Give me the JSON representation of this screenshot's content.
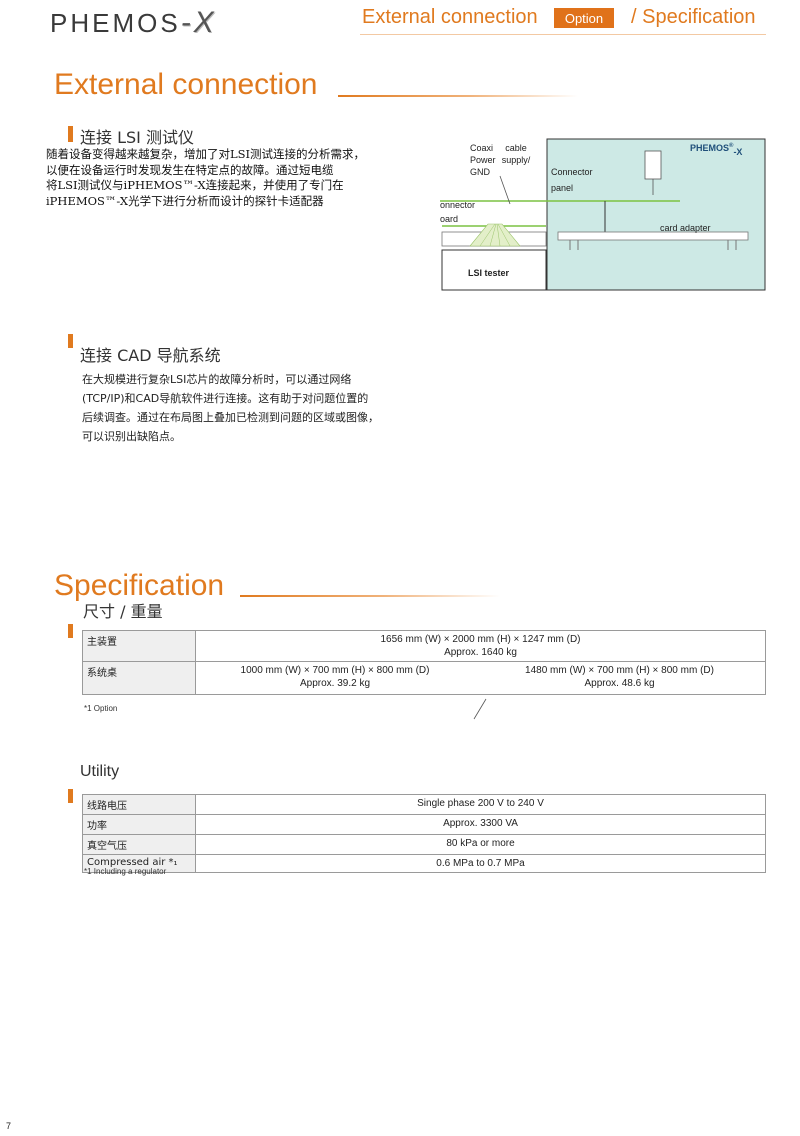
{
  "header": {
    "logo_text": "PHEMOS",
    "logo_suffix": "-X",
    "nav_left": "External connection",
    "badge": "Option",
    "nav_right": "/ Specification"
  },
  "external": {
    "title": "External connection",
    "lsi": {
      "subtitle": "连接 LSI 测试仪",
      "lines": [
        "随着设备变得越来越复杂，增加了对LSI测试连接的分析需求，",
        "以便在设备运行时发现发生在特定点的故障。通过短电缆",
        "将LSI测试仪与iPHEMOS™-X连接起来，并使用了专门在",
        "iPHEMOS™-X光学下进行分析而设计的探针卡适配器"
      ]
    },
    "diagram": {
      "phemos_label": "PHEMOS",
      "phemos_reg": "®",
      "phemos_suffix": "-X",
      "coax": "Coaxi",
      "power": "Power",
      "gnd": "GND",
      "cable": "cable",
      "supply": "supply/",
      "connector_panel_1": "Connector",
      "connector_panel_2": "panel",
      "connector_board_1": "onnector",
      "connector_board_2": "oard",
      "card_adapter": "card adapter",
      "lsi_tester": "LSI tester"
    },
    "cad": {
      "subtitle": "连接 CAD 导航系统",
      "lines": [
        "在大规模进行复杂LSI芯片的故障分析时，可以通过网络",
        "(TCP/IP)和CAD导航软件进行连接。这有助于对问题位置的",
        "后续调查。通过在布局图上叠加已检测到问题的区域或图像，",
        "可以识别出缺陷点。"
      ]
    }
  },
  "specification": {
    "title": "Specification",
    "dims_subtitle": "尺寸 / 重量",
    "dims_rows": [
      {
        "label": "主装置",
        "value_1": "1656 mm (W) × 2000 mm (H) × 1247 mm (D)",
        "value_2": "Approx. 1640 kg"
      },
      {
        "label": "系统桌",
        "left_1": "1000 mm (W) × 700 mm (H) × 800 mm (D)",
        "left_2": "Approx. 39.2 kg",
        "right_1": "1480 mm (W) × 700 mm (H) × 800 mm (D)",
        "right_2": "Approx. 48.6 kg"
      }
    ],
    "dims_note": "*1  Option",
    "utility_title": "Utility",
    "utility_rows": [
      {
        "label": "线路电压",
        "value": "Single phase 200 V to 240 V"
      },
      {
        "label": "功率",
        "value": "Approx. 3300 VA"
      },
      {
        "label": "真空气压",
        "value": "80 kPa or more"
      },
      {
        "label": "Compressed air *₁",
        "value": "0.6 MPa to 0.7 MPa"
      }
    ],
    "utility_note": "*1  Including a regulator"
  },
  "page_number": "7"
}
